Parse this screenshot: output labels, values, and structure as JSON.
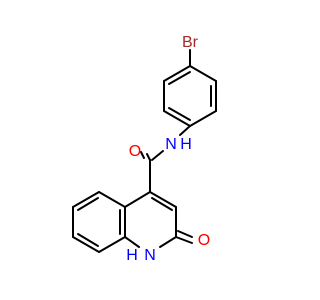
{
  "molecule": {
    "atoms": {
      "br": {
        "text": "Br",
        "color": "#a52a2a"
      },
      "amide_n": {
        "text": "N",
        "color": "#0000ff"
      },
      "amide_h": {
        "text": "H",
        "color": "#0000ff"
      },
      "carbonyl_o": {
        "text": "O",
        "color": "#ff0000"
      },
      "ring_n": {
        "text": "N",
        "color": "#0000ff"
      },
      "ring_h": {
        "text": "H",
        "color": "#0000ff"
      },
      "lactam_o": {
        "text": "O",
        "color": "#ff0000"
      }
    },
    "bond_color": "#000000",
    "background": "#ffffff"
  }
}
